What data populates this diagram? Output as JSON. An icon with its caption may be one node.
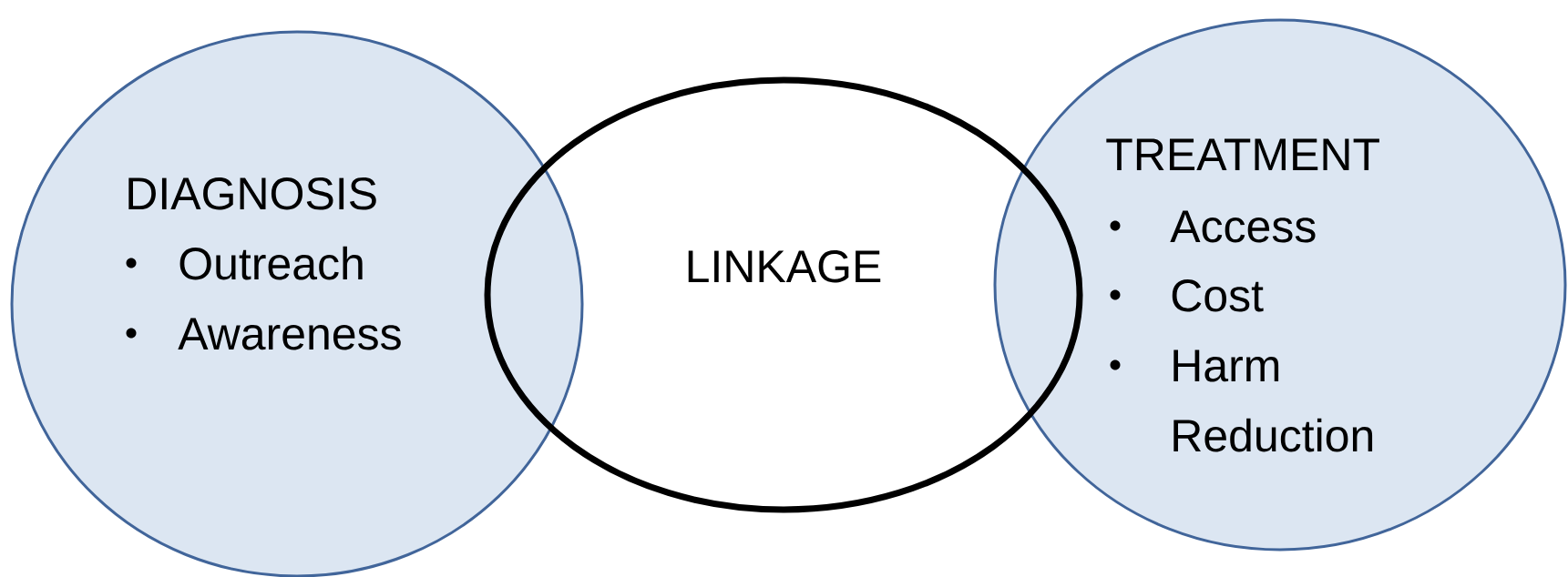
{
  "diagram": {
    "nodes": [
      {
        "text": [
          "DIAGNOSIS",
          "Outreach",
          "Awareness"
        ]
      },
      {
        "text": [
          "LINKAGE"
        ]
      },
      {
        "text": [
          "TREATMENT",
          "Access",
          "Cost",
          "Harm Reduction"
        ]
      }
    ]
  }
}
